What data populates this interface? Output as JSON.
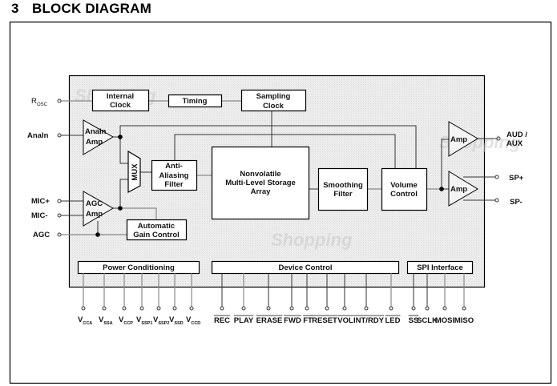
{
  "heading": {
    "number": "3",
    "title": "BLOCK DIAGRAM"
  },
  "watermark": "Shopping",
  "colors": {
    "chip_fill": "#ececec",
    "block_fill": "#ffffff",
    "line": "#000000"
  },
  "inputs": {
    "rosc": {
      "main": "R",
      "sub": "OSC"
    },
    "anain": "AnaIn",
    "mic_plus": "MIC+",
    "mic_minus": "MIC-",
    "agc": "AGC"
  },
  "outputs": {
    "aud_line1": "AUD /",
    "aud_line2": "AUX",
    "sp_plus": "SP+",
    "sp_minus": "SP-"
  },
  "blocks": {
    "internal_clock": [
      "Internal",
      "Clock"
    ],
    "timing": "Timing",
    "sampling_clock": [
      "Sampling",
      "Clock"
    ],
    "anain_amp": [
      "AnaIn",
      "Amp"
    ],
    "agc_amp": [
      "AGC",
      "Amp"
    ],
    "mux": "MUX",
    "anti_aliasing": [
      "Anti-",
      "Aliasing",
      "Filter"
    ],
    "storage": [
      "Nonvolatile",
      "Multi-Level Storage",
      "Array"
    ],
    "smoothing": [
      "Smoothing",
      "Filter"
    ],
    "volume": [
      "Volume",
      "Control"
    ],
    "agc_control": [
      "Automatic",
      "Gain Control"
    ],
    "amp_aux": "Amp",
    "amp_sp": "Amp",
    "power": "Power Conditioning",
    "device": "Device Control",
    "spi": "SPI Interface"
  },
  "power_pins": [
    {
      "main": "V",
      "sub": "CCA"
    },
    {
      "main": "V",
      "sub": "SSA"
    },
    {
      "main": "V",
      "sub": "CCP"
    },
    {
      "main": "V",
      "sub": "SSP1"
    },
    {
      "main": "V",
      "sub": "SSP2"
    },
    {
      "main": "V",
      "sub": "SSD"
    },
    {
      "main": "V",
      "sub": "CCD"
    }
  ],
  "device_pins": [
    {
      "label": "REC",
      "overbar": true
    },
    {
      "label": "PLAY",
      "overbar": true
    },
    {
      "label": "ERASE",
      "overbar": true
    },
    {
      "label": "FWD",
      "overbar": true
    },
    {
      "label": "FT",
      "overbar": true
    },
    {
      "label": "RESET",
      "overbar": true
    },
    {
      "label": "VOL",
      "overbar": true
    },
    {
      "label": "INT/RDY",
      "overbar": true
    },
    {
      "label": "LED",
      "overbar": true
    }
  ],
  "spi_pins": [
    {
      "label": "SS",
      "overbar": true
    },
    {
      "label": "SCLK",
      "overbar": false
    },
    {
      "label": "MOSI",
      "overbar": false
    },
    {
      "label": "MISO",
      "overbar": false
    }
  ]
}
